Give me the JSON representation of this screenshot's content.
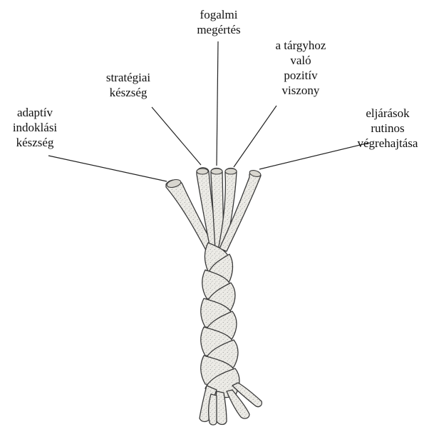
{
  "labels": {
    "fogalmi": [
      "fogalmi",
      "megértés"
    ],
    "strategiai": [
      "stratégiai",
      "készség"
    ],
    "targyhoz": [
      "a tárgyhoz",
      "való",
      "pozitív",
      "viszony"
    ],
    "adaptiv": [
      "adaptív",
      "indoklási",
      "készség"
    ],
    "eljarasok": [
      "eljárások",
      "rutinos",
      "végrehajtása"
    ]
  },
  "colors": {
    "strand_fill": "#ecebe6",
    "strand_outline": "#3a3a3a",
    "leader_line": "#222222",
    "text": "#111111"
  }
}
